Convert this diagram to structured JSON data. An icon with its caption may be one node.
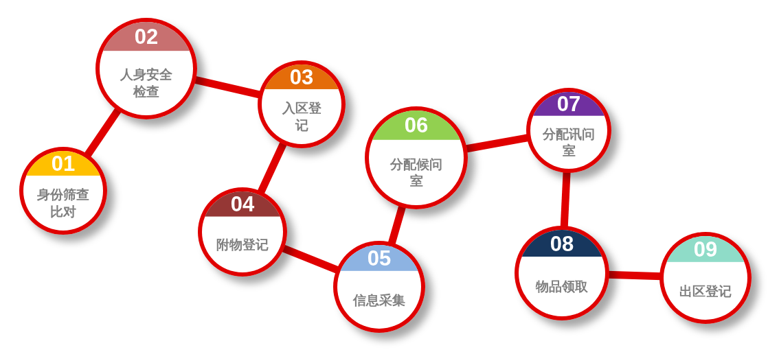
{
  "diagram": {
    "nodes": [
      {
        "text": [
          "01",
          "身份筛查比对"
        ]
      },
      {
        "text": [
          "02",
          "人身安全检查"
        ]
      },
      {
        "text": [
          "03",
          "入区登记"
        ]
      },
      {
        "text": [
          "04",
          "附物登记"
        ]
      },
      {
        "text": [
          "05",
          "信息采集"
        ]
      },
      {
        "text": [
          "06",
          "分配候问室"
        ]
      },
      {
        "text": [
          "07",
          "分配讯问室"
        ]
      },
      {
        "text": [
          "08",
          "物品领取"
        ]
      },
      {
        "text": [
          "09",
          "出区登记"
        ]
      }
    ],
    "edges": [
      {
        "from": 0,
        "to": 1,
        "arrow": "none"
      },
      {
        "from": 1,
        "to": 2,
        "arrow": "none"
      },
      {
        "from": 2,
        "to": 3,
        "arrow": "none"
      },
      {
        "from": 3,
        "to": 4,
        "arrow": "none"
      },
      {
        "from": 4,
        "to": 5,
        "arrow": "none"
      },
      {
        "from": 5,
        "to": 6,
        "arrow": "none"
      },
      {
        "from": 6,
        "to": 7,
        "arrow": "none"
      },
      {
        "from": 7,
        "to": 8,
        "arrow": "none"
      }
    ]
  }
}
